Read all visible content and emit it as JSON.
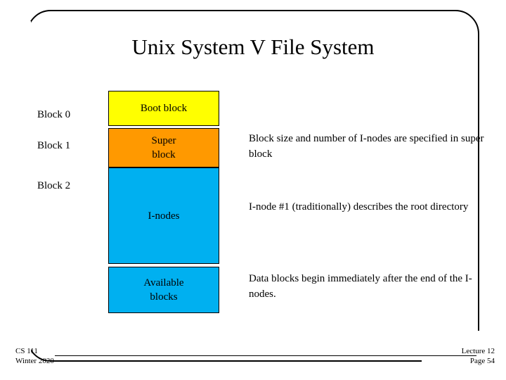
{
  "slide": {
    "title": "Unix System V File System",
    "block_labels": [
      {
        "id": "block0",
        "text": "Block 0"
      },
      {
        "id": "block1",
        "text": "Block 1"
      },
      {
        "id": "block2",
        "text": "Block 2"
      }
    ],
    "diagram": {
      "boxes": [
        {
          "id": "boot",
          "label": "Boot block",
          "color": "#ffff00"
        },
        {
          "id": "super",
          "label": "Super\nblock",
          "color": "#ff9900"
        },
        {
          "id": "inodes",
          "label": "I-nodes",
          "color": "#00b0f0"
        },
        {
          "id": "available",
          "label": "Available\nblocks",
          "color": "#00b0f0"
        }
      ]
    },
    "notes": [
      "Block size and number of I-nodes are specified in super block",
      "I-node #1 (traditionally) describes the root directory",
      "Data blocks begin immediately after the end of the I-nodes."
    ],
    "footer": {
      "course": "CS 111",
      "term": "Winter 2020",
      "lecture": "Lecture 12",
      "page": "Page 54"
    }
  }
}
